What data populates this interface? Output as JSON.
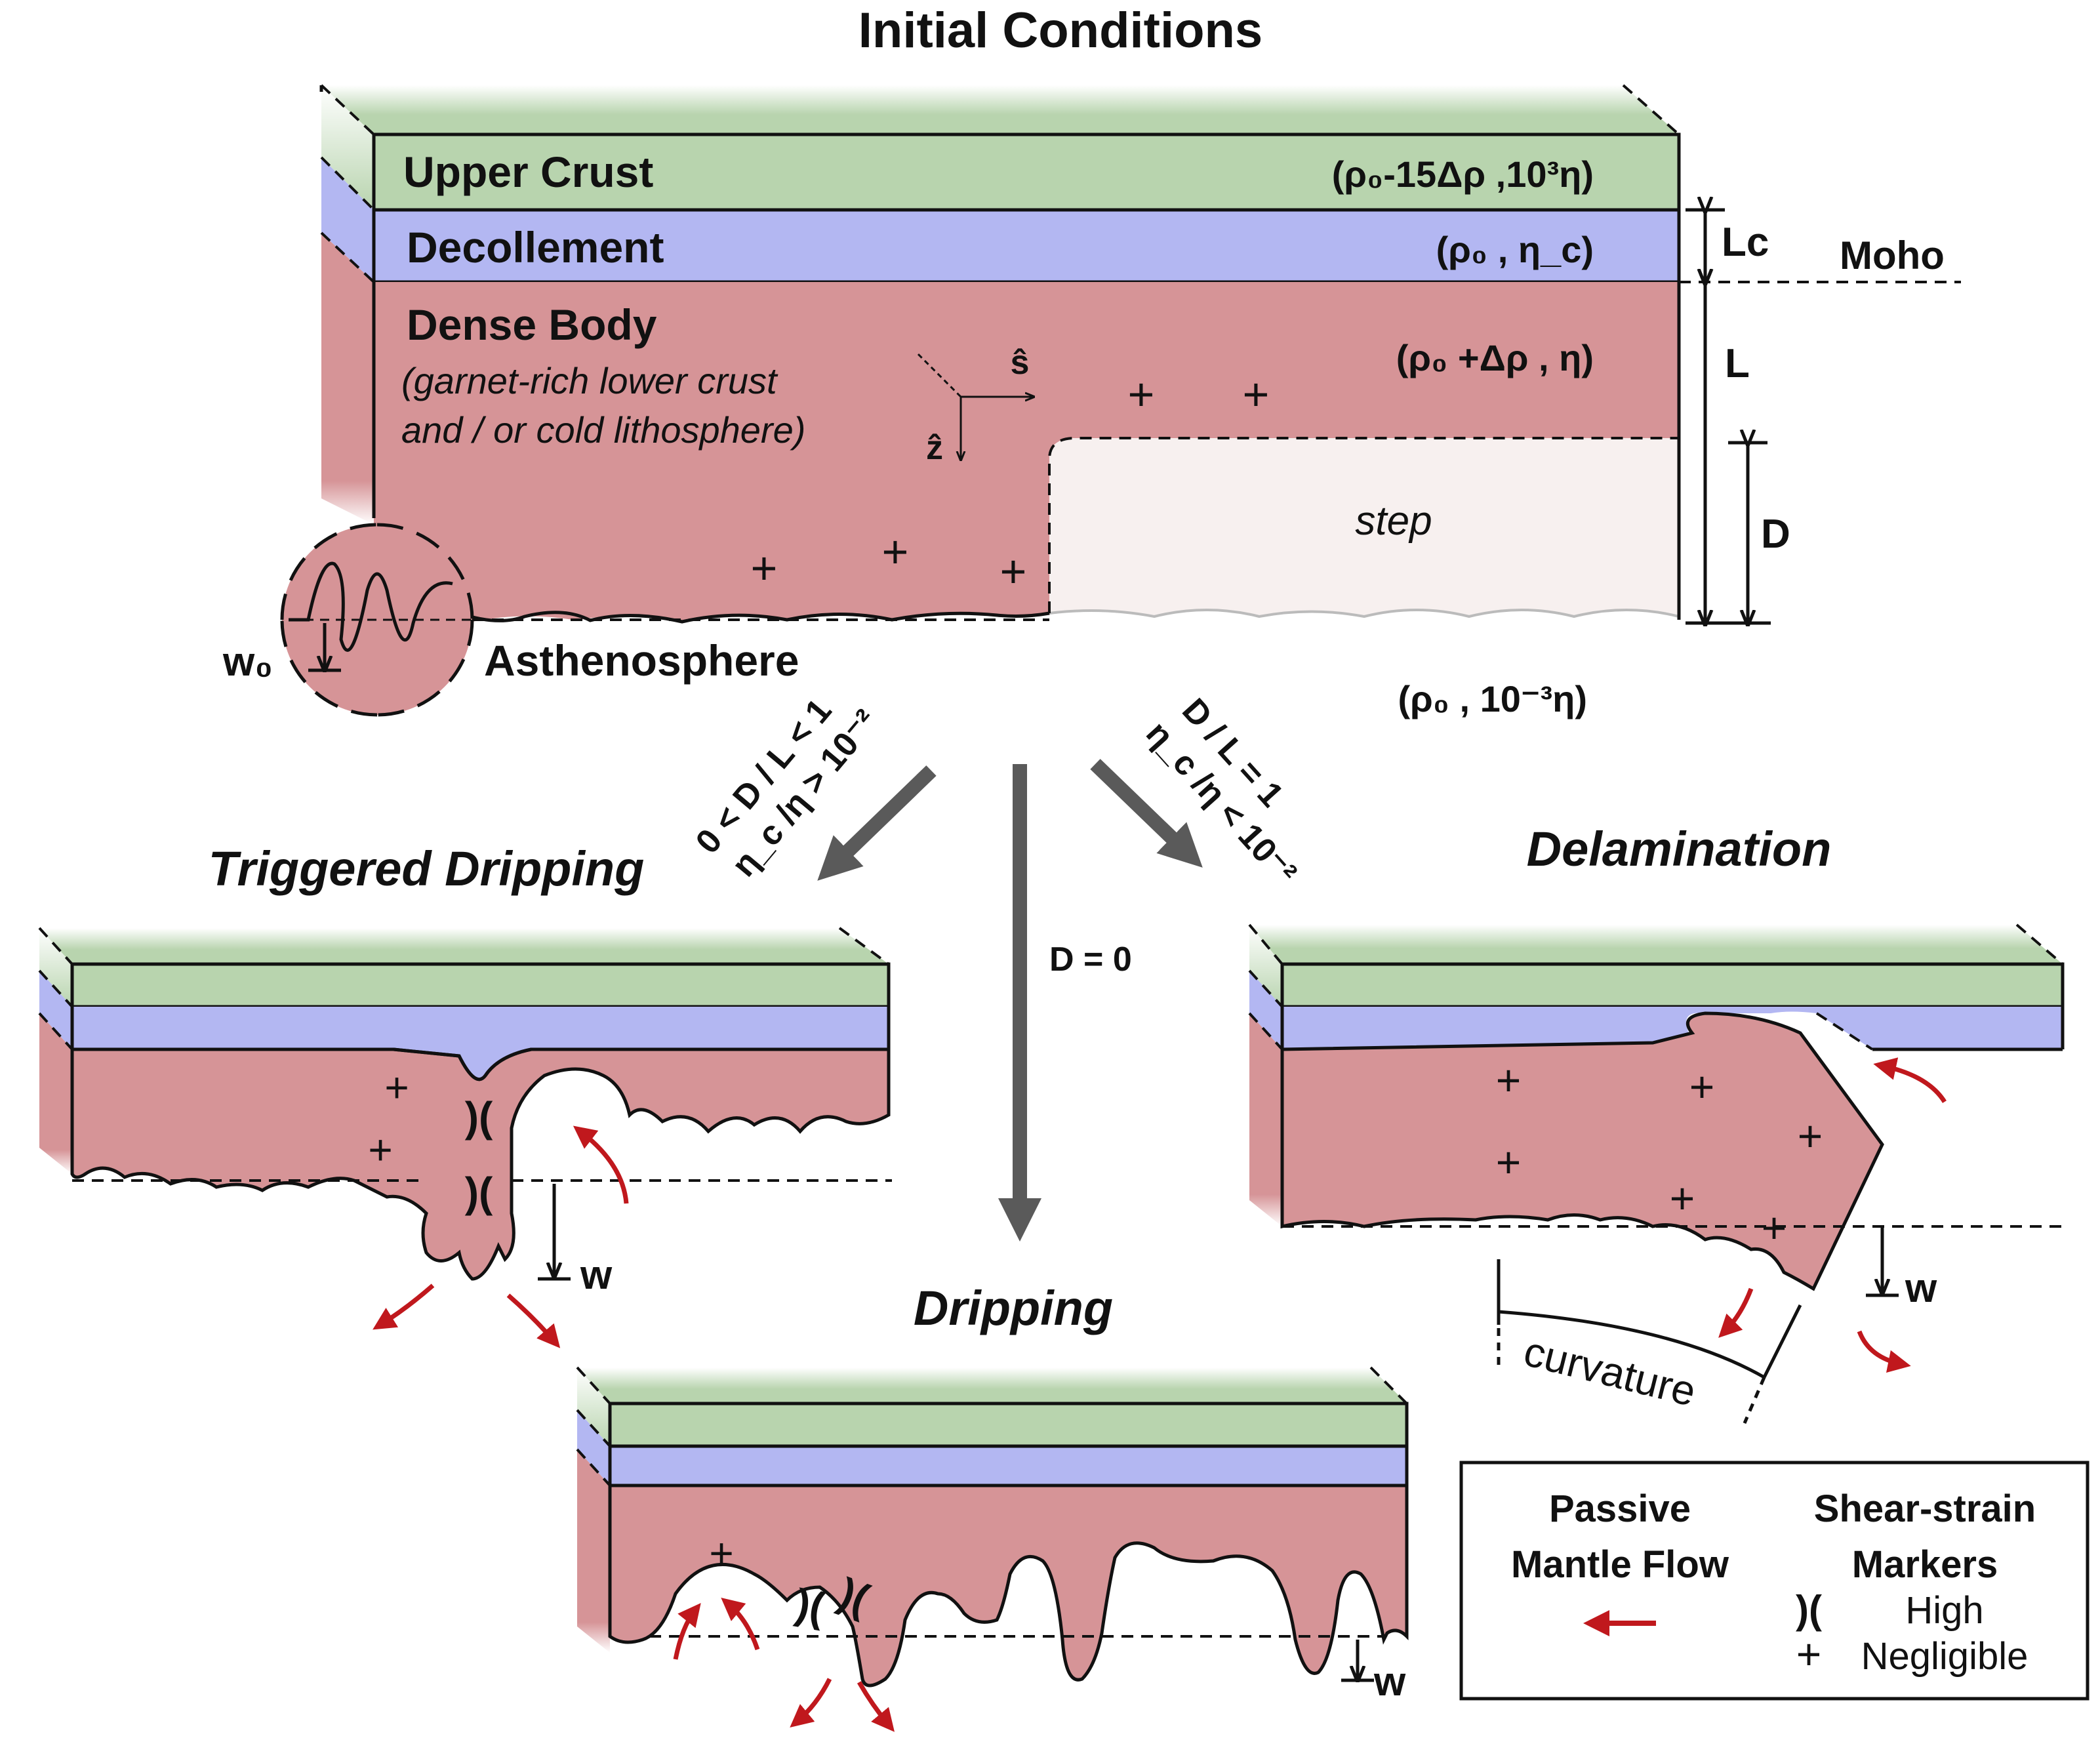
{
  "title": "Initial Conditions",
  "layers": {
    "upper_crust": {
      "name": "Upper Crust",
      "props": "(ρ₀-15Δρ ,10³η)"
    },
    "decollement": {
      "name": "Decollement",
      "props": "(ρ₀ , η_c)"
    },
    "dense_body": {
      "name": "Dense Body",
      "subtitle_line1": "(garnet-rich lower crust",
      "subtitle_line2": "and / or cold lithosphere)",
      "props": "(ρ₀ +Δρ , η)"
    },
    "step": "step",
    "asthenosphere": {
      "name": "Asthenosphere",
      "props": "(ρ₀ , 10⁻³η)"
    }
  },
  "dimensions": {
    "Lc": "Lc",
    "L": "L",
    "D": "D",
    "moho": "Moho",
    "w0": "w₀",
    "s_hat": "ŝ",
    "z_hat": "ẑ"
  },
  "branches": {
    "left_condition_1": "0 < D / L < 1",
    "left_condition_2": "η_c /η > 10⁻²",
    "center_condition": "D = 0",
    "right_condition_1": "D / L = 1",
    "right_condition_2": "η_c /η < 10⁻²"
  },
  "outcomes": {
    "triggered": "Triggered Dripping",
    "dripping": "Dripping",
    "delamination": "Delamination",
    "w_label": "w",
    "curvature": "curvature"
  },
  "legend": {
    "col1_line1": "Passive",
    "col1_line2": "Mantle Flow",
    "col2_line1": "Shear-strain",
    "col2_line2": "Markers",
    "high": "High",
    "negligible": "Negligible"
  },
  "colors": {
    "upper_crust": "#b8d4ae",
    "decollement": "#b3b7f2",
    "dense_body": "#d69497",
    "step": "#f7f0ef",
    "arrow_grey": "#5a5a5a",
    "flow_red": "#c0181d"
  }
}
